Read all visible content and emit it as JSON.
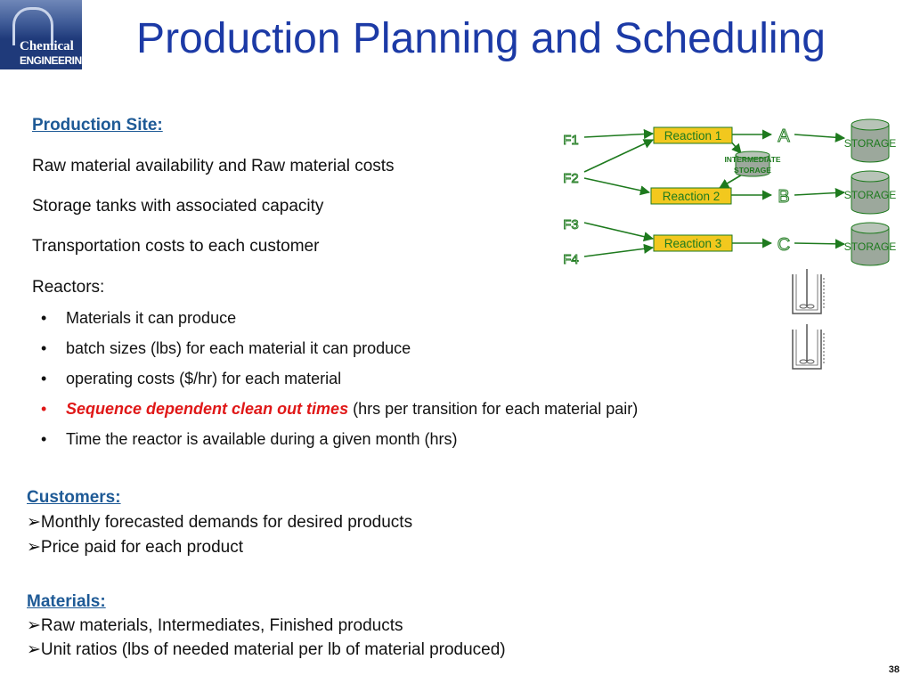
{
  "logo": {
    "line1": "Chemical",
    "line2": "ENGINEERING"
  },
  "title": "Production Planning and Scheduling",
  "production_site": {
    "heading": "Production Site:",
    "lines": [
      "Raw material availability and Raw material costs",
      "Storage tanks with associated capacity",
      "Transportation costs to each customer",
      "Reactors:"
    ],
    "reactor_bullets": [
      "Materials it can produce",
      "batch sizes (lbs) for each material it can produce",
      "operating costs ($/hr) for each material"
    ],
    "highlight_bullet": {
      "emphasis": "Sequence dependent clean out times",
      "rest": " (hrs per transition for each material pair)"
    },
    "last_bullet": "Time the reactor is available during a given month (hrs)"
  },
  "customers": {
    "heading": "Customers:",
    "items": [
      "Monthly forecasted demands for desired products",
      "Price paid for each product"
    ]
  },
  "materials": {
    "heading": "Materials:",
    "items": [
      "Raw materials, Intermediates, Finished products",
      "Unit ratios (lbs of needed material per lb of material produced)"
    ]
  },
  "diagram": {
    "feeds": [
      "F1",
      "F2",
      "F3",
      "F4"
    ],
    "reactions": [
      "Reaction 1",
      "Reaction 2",
      "Reaction 3"
    ],
    "products": [
      "A",
      "B",
      "C"
    ],
    "intermediate_storage_lines": [
      "INTERMEDIATE",
      "STORAGE"
    ],
    "storage_label": "STORAGE",
    "colors": {
      "arrow": "#1e7a1e",
      "reaction_fill": "#f2c81e",
      "tank_fill": "#9ca89c"
    }
  },
  "page_number": "38"
}
